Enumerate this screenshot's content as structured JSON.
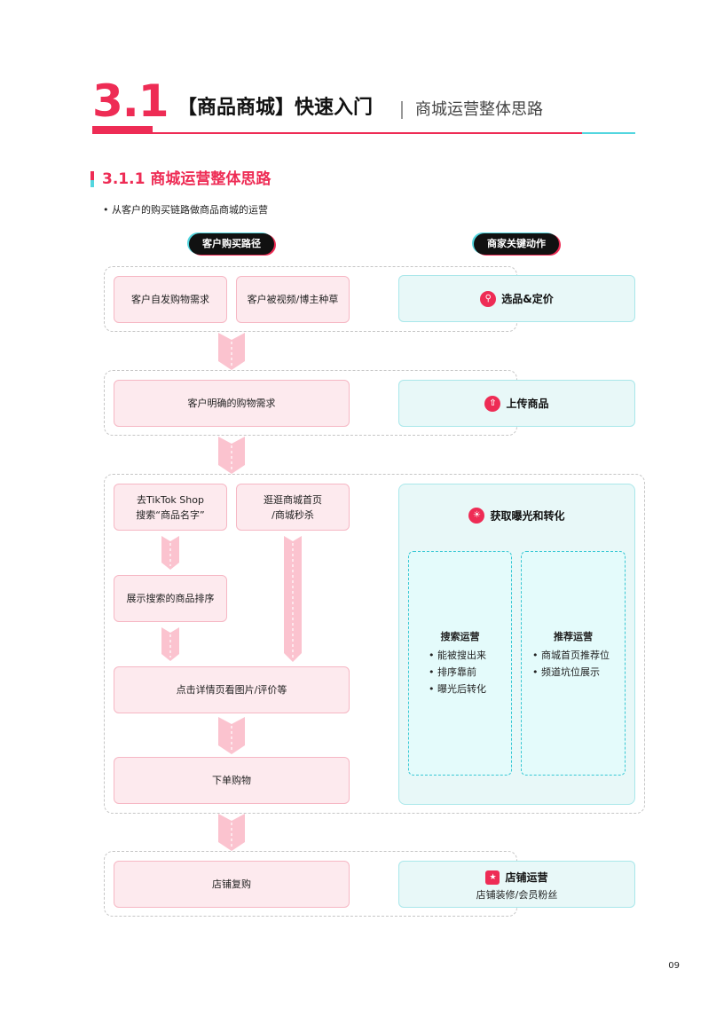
{
  "header": {
    "chapter_num": "3.1",
    "chapter_title": "【商品商城】快速入门",
    "chapter_subtitle": "商城运营整体思路"
  },
  "section": {
    "title": "3.1.1 商城运营整体思路",
    "bullet": "• 从客户的购买链路做商品商城的运营"
  },
  "columns": {
    "left_header": "客户购买路径",
    "right_header": "商家关键动作"
  },
  "path": {
    "need_self": "客户自发购物需求",
    "need_seeded": "客户被视频/博主种草",
    "clear_need": "客户明确的购物需求",
    "search_line1": "去TikTok Shop",
    "search_line2": "搜索“商品名字”",
    "browse_line1": "逛逛商城首页",
    "browse_line2": "/商城秒杀",
    "search_results": "展示搜索的商品排序",
    "detail": "点击详情页看图片/评价等",
    "order": "下单购物",
    "repurchase": "店铺复购"
  },
  "actions": {
    "select_price": "选品&定价",
    "upload": "上传商品",
    "exposure": "获取曝光和转化",
    "search_ops": {
      "title": "搜索运营",
      "items": [
        "• 能被搜出来",
        "• 排序靠前",
        "• 曝光后转化"
      ]
    },
    "recommend_ops": {
      "title": "推荐运营",
      "items": [
        "• 商城首页推荐位",
        "• 频道坑位展示"
      ]
    },
    "store_ops": "店铺运营",
    "store_ops_sub": "店铺装修/会员粉丝"
  },
  "icons": {
    "select_price": "cart-icon",
    "upload": "upload-icon",
    "exposure": "bulb-icon",
    "store_ops": "store-bag-icon"
  },
  "colors": {
    "accent_red": "#ee2c55",
    "accent_cyan": "#53d6df",
    "pink_fill": "#fdeaee",
    "cyan_fill": "#e8f8f8"
  },
  "page_number": "09"
}
